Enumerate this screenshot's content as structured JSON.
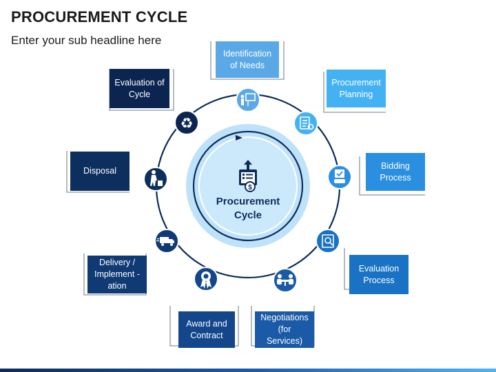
{
  "header": {
    "title": "PROCUREMENT CYCLE",
    "subtitle": "Enter your sub headline here"
  },
  "center": {
    "line1": "Procurement",
    "line2": "Cycle",
    "icon": "clipboard-money-icon"
  },
  "stages": [
    {
      "label": "Identification of Needs",
      "icon": "presentation-board-icon",
      "color": "#5aa9e6"
    },
    {
      "label": "Procurement Planning",
      "icon": "checklist-icon",
      "color": "#44b2f2"
    },
    {
      "label": "Bidding Process",
      "icon": "vote-hand-icon",
      "color": "#2a8fe0"
    },
    {
      "label": "Evaluation Process",
      "icon": "document-review-icon",
      "color": "#1a72c4"
    },
    {
      "label": "Negotiations (for Services)",
      "icon": "meeting-icon",
      "color": "#1a5aa6"
    },
    {
      "label": "Award and Contract",
      "icon": "award-ribbon-icon",
      "color": "#13468a"
    },
    {
      "label": "Delivery / Implement -ation",
      "icon": "delivery-truck-icon",
      "color": "#0f3a73"
    },
    {
      "label": "Disposal",
      "icon": "worker-disposal-icon",
      "color": "#0d2f5e"
    },
    {
      "label": "Evaluation of Cycle",
      "icon": "recycle-icon",
      "color": "#0b2550"
    }
  ]
}
